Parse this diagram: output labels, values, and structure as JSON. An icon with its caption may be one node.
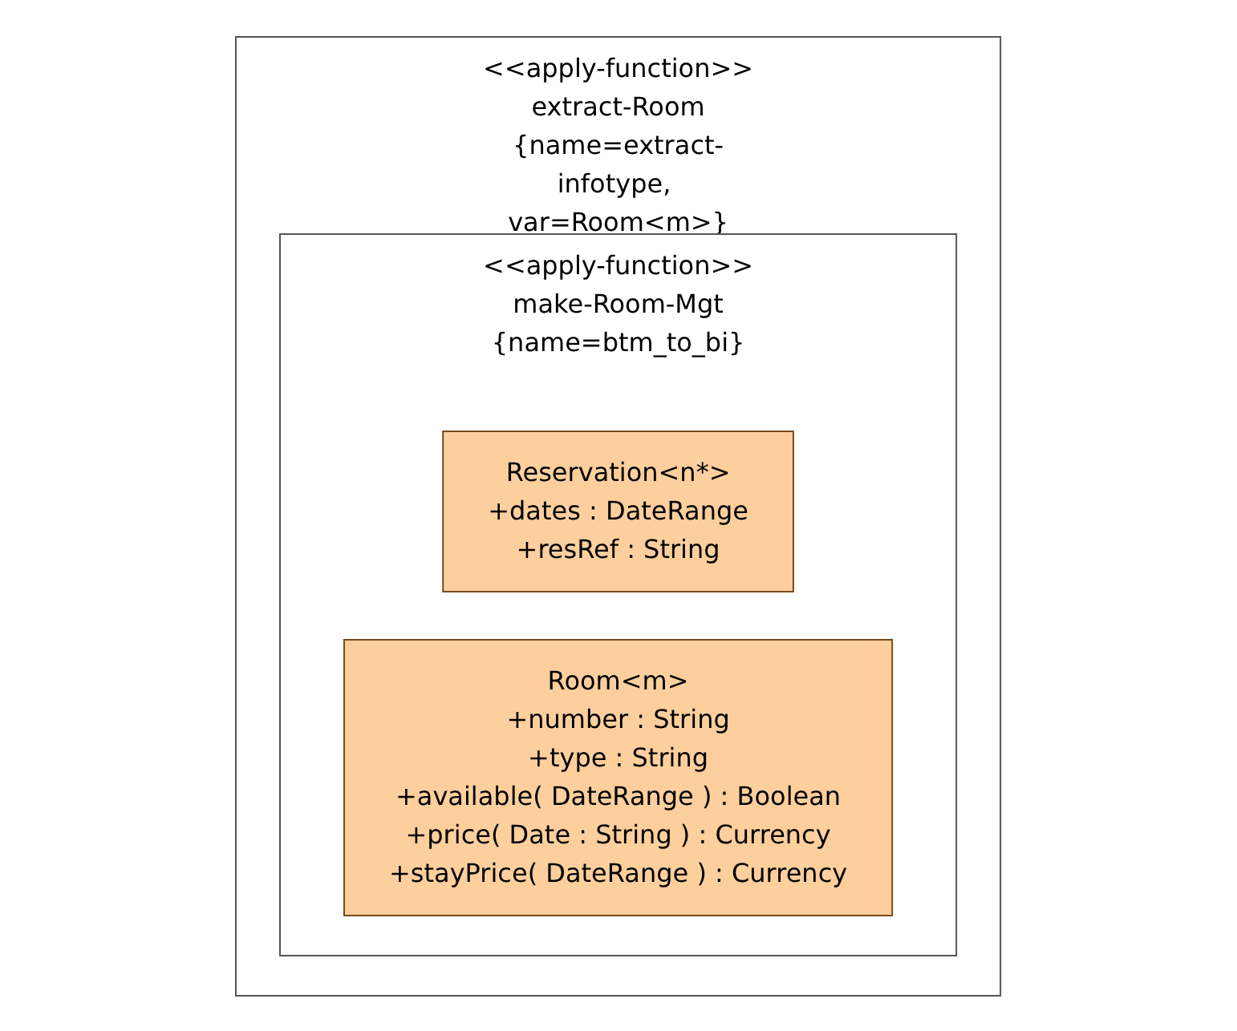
{
  "diagram": {
    "nodes": [
      {
        "text": [
          "<<apply-function>>",
          "extract-Room",
          "{name=extract-infotype, var=Room<m>}"
        ]
      },
      {
        "text": [
          "<<apply-function>>",
          "make-Room-Mgt",
          "{name=btm_to_bi}"
        ],
        "in": 0
      },
      {
        "text": [
          "Reservation<n*>",
          "+dates : DateRange",
          "+resRef : String"
        ],
        "in": 1
      },
      {
        "text": [
          "Room<m>",
          "+number : String",
          "+type : String",
          "+available( DateRange ) : Boolean",
          "+price( Date : String ) : Currency",
          "+stayPrice( DateRange ) : Currency"
        ],
        "in": 1
      }
    ],
    "edges": []
  }
}
